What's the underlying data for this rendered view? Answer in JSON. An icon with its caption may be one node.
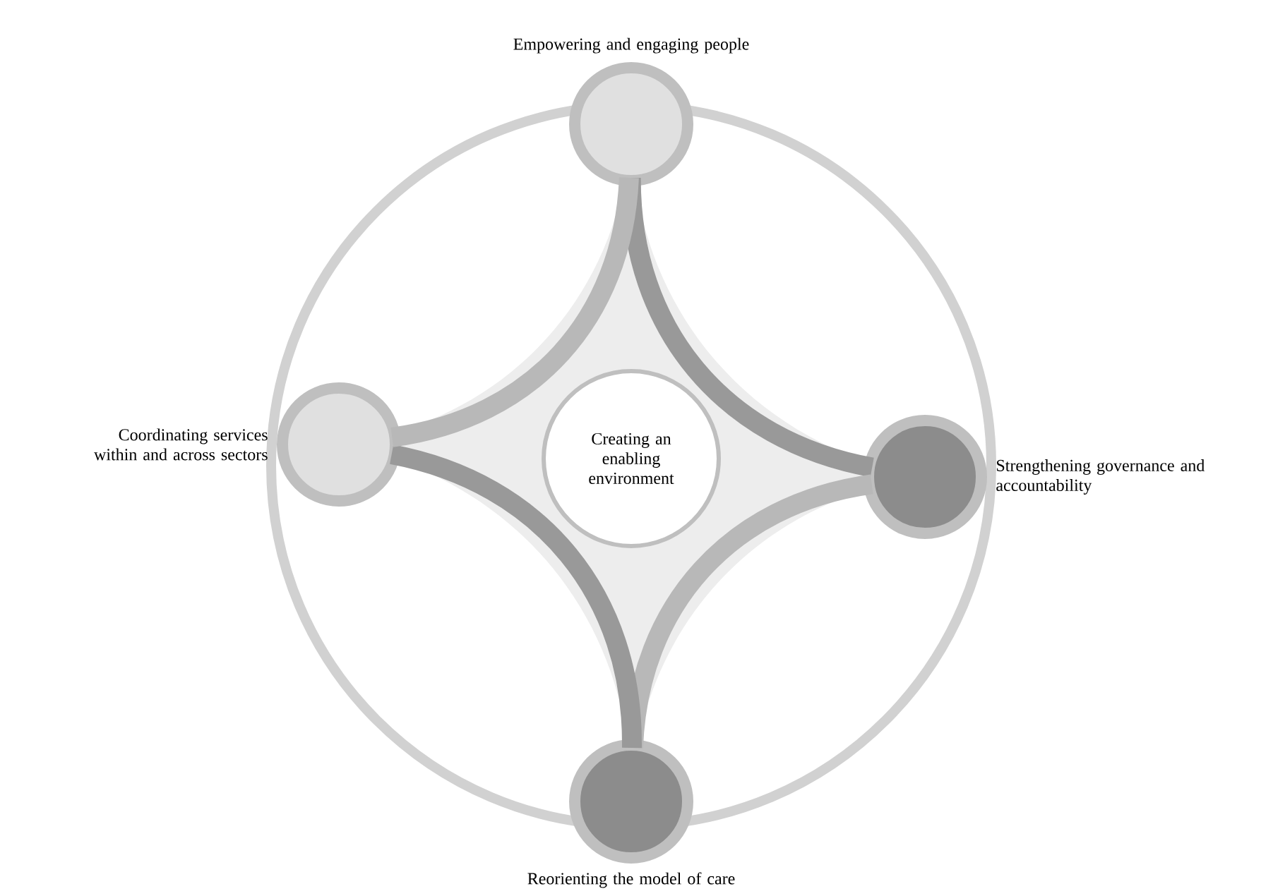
{
  "diagram": {
    "nodes": [
      {
        "text": [
          "Creating an enabling environment"
        ]
      },
      {
        "text": [
          "Empowering and engaging people"
        ]
      },
      {
        "text": [
          "Strengthening governance and accountability"
        ]
      },
      {
        "text": [
          "Reorienting the model of care"
        ]
      },
      {
        "text": [
          "Coordinating services within and across sectors"
        ]
      }
    ],
    "edges": [
      {
        "from": 1,
        "to": 2,
        "arrow": "none"
      },
      {
        "from": 2,
        "to": 3,
        "arrow": "none"
      },
      {
        "from": 3,
        "to": 4,
        "arrow": "none"
      },
      {
        "from": 4,
        "to": 1,
        "arrow": "none"
      }
    ]
  }
}
